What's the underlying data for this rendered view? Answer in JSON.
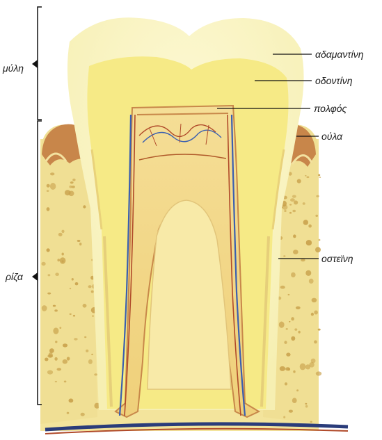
{
  "labels": {
    "enamel": "αδαμαντίνη",
    "dentin": "οδοντίνη",
    "pulp": "πολφός",
    "gum": "ούλα",
    "cementum": "οστεϊνη",
    "crown": "μύλη",
    "root": "ρίζα"
  },
  "colors": {
    "enamel": "#fbf7c4",
    "dentin": "#f6ec8a",
    "pulp": "#f3da8a",
    "gum": "#c8864a",
    "bone": "#f2e29a",
    "bone_spots": "#c8a04a",
    "vessel_blue": "#3a5fb0",
    "vessel_red": "#b04a2a",
    "nerve_base": "#2a3c7a"
  }
}
